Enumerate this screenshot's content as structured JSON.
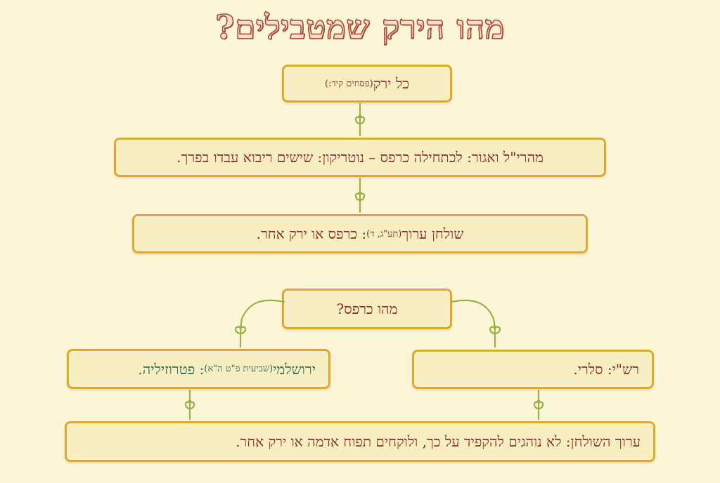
{
  "title": "מהו הירק שמטבילים?",
  "nodes": {
    "n1": {
      "main": "כל ירק ",
      "ref": "(פסחים קיד:)"
    },
    "n2": {
      "main": "מהרי\"ל ואגור: לכתחילה כרפס – נוטריקון: שישים ריבוא עבדו בפרך."
    },
    "n3": {
      "prefix": "שולחן ערוך ",
      "ref": "(תע\"ג, ד)",
      "suffix": ": כרפס או ירק אחר."
    },
    "n4": {
      "main": "מהו כרפס?"
    },
    "n5": {
      "main": "רש\"י: סלרי."
    },
    "n6": {
      "prefix": "ירושלמי ",
      "ref": "(שביעית פ\"ט ה\"א)",
      "suffix": ": פטרוזיליה."
    },
    "n7": {
      "main": "ערוך השולחן: לא נוהגים להקפיד על כך, ולוקחים תפוח אדמה או ירק אחר."
    }
  },
  "connector_icons": {
    "vertical": "fleur-connector-icon",
    "curved": "curved-fleur-connector-icon"
  },
  "colors": {
    "background": "#fbf6d8",
    "box_fill": "#f7efc2",
    "box_border": "#e0a92c",
    "text_red": "#8d2a21",
    "text_green": "#2d6b4f",
    "connector_green": "#9bb045",
    "title_outline": "#b04a36",
    "title_fill": "#f4dfc9"
  }
}
